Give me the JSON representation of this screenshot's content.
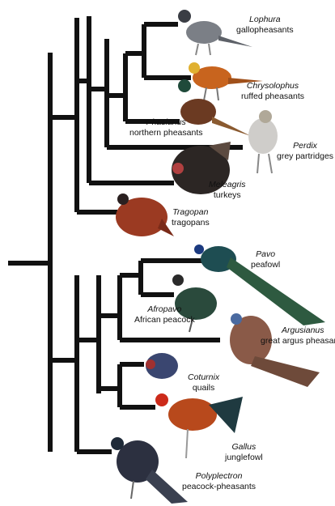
{
  "taxa": {
    "lophura": {
      "genus": "Lophura",
      "common": "gallopheasants"
    },
    "chrysolophus": {
      "genus": "Chrysolophus",
      "common": "ruffed pheasants"
    },
    "phasianus": {
      "genus": "Phasianus",
      "common": "northern pheasants"
    },
    "perdix": {
      "genus": "Perdix",
      "common": "grey partridges"
    },
    "meleagris": {
      "genus": "Meleagris",
      "common": "turkeys"
    },
    "tragopan": {
      "genus": "Tragopan",
      "common": "tragopans"
    },
    "pavo": {
      "genus": "Pavo",
      "common": "peafowl"
    },
    "afropavo": {
      "genus": "Afropavo",
      "common": "African peacock"
    },
    "argusianus": {
      "genus": "Argusianus",
      "common": "great argus pheasants"
    },
    "coturnix": {
      "genus": "Coturnix",
      "common": "quails"
    },
    "gallus": {
      "genus": "Gallus",
      "common": "junglefowl"
    },
    "polyplectron": {
      "genus": "Polyplectron",
      "common": "peacock-pheasants"
    }
  },
  "icons": {
    "lophura": "pheasant-silhouette",
    "chrysolophus": "golden-pheasant-silhouette",
    "phasianus": "ring-necked-pheasant-silhouette",
    "perdix": "partridge-silhouette",
    "meleagris": "turkey-silhouette",
    "tragopan": "tragopan-silhouette",
    "pavo": "peafowl-silhouette",
    "afropavo": "congo-peafowl-silhouette",
    "argusianus": "argus-pheasant-silhouette",
    "coturnix": "quail-silhouette",
    "gallus": "junglefowl-silhouette",
    "polyplectron": "peacock-pheasant-silhouette"
  },
  "colors": {
    "branch": "#111111",
    "lophura": "#7b7f86",
    "chrysolophus": "#c8641e",
    "phasianus": "#6b3a22",
    "perdix": "#cfcdca",
    "meleagris": "#2c2624",
    "tragopan": "#9b3a22",
    "pavo": "#1e4d52",
    "afropavo": "#2a4a3c",
    "argusianus": "#8a5a48",
    "coturnix": "#3a4670",
    "gallus": "#b8491c",
    "polyplectron": "#2c3040"
  }
}
